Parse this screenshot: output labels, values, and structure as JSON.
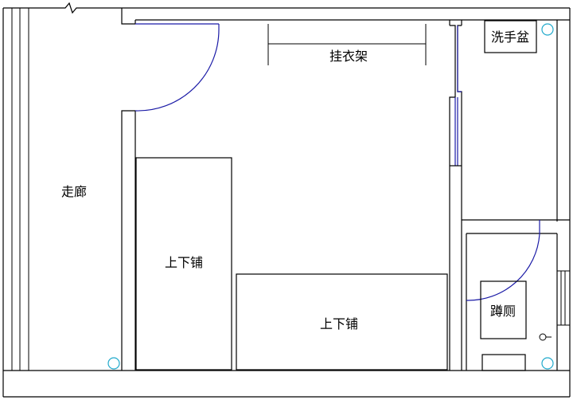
{
  "labels": {
    "corridor": "走廊",
    "wardrobe_rail": "挂衣架",
    "bunk_bed_left": "上下铺",
    "bunk_bed_bottom": "上下铺",
    "washbasin": "洗手盆",
    "squat_toilet": "蹲厕"
  },
  "colors": {
    "walls": "#000000",
    "door_swing": "#1a1aa6",
    "floor_drain": "#22aacc",
    "background": "#ffffff"
  }
}
